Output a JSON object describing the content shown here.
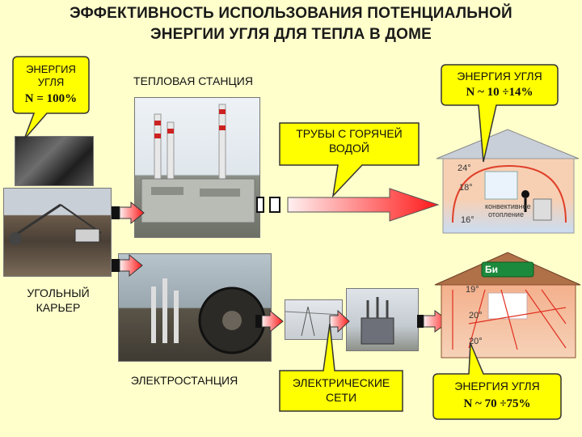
{
  "title": {
    "line1": "ЭФФЕКТИВНОСТЬ ИСПОЛЬЗОВАНИЯ ПОТЕНЦИАЛЬНОЙ",
    "line2": "ЭНЕРГИИ УГЛЯ ДЛЯ ТЕПЛА В ДОМЕ"
  },
  "coal_callout": {
    "label_line1": "ЭНЕРГИЯ",
    "label_line2": "УГЛЯ",
    "value": "N = 100%"
  },
  "thermal_station": {
    "label": "ТЕПЛОВАЯ СТАНЦИЯ"
  },
  "pipes_callout": {
    "line1": "ТРУБЫ С ГОРЯЧЕЙ",
    "line2": "ВОДОЙ"
  },
  "top_result": {
    "label": "ЭНЕРГИЯ УГЛЯ",
    "value": "N ~ 10 ÷14%"
  },
  "coal_mine": {
    "line1": "УГОЛЬНЫЙ",
    "line2": "КАРЬЕР"
  },
  "power_station": {
    "label": "ЭЛЕКТРОСТАНЦИЯ"
  },
  "grid_callout": {
    "line1": "ЭЛЕКТРИЧЕСКИЕ",
    "line2": "СЕТИ"
  },
  "bottom_result": {
    "label": "ЭНЕРГИЯ УГЛЯ",
    "value": "N ~ 70 ÷75%"
  },
  "house_top": {
    "temps": [
      "24°",
      "18°",
      "16°"
    ],
    "caption_line1": "конвективное",
    "caption_line2": "отопление"
  },
  "house_bottom": {
    "brand": "Би",
    "temps": [
      "19°",
      "20°",
      "20°"
    ]
  },
  "colors": {
    "background": "#ffffcc",
    "callout_fill": "#ffff00",
    "arrow_red": "#ff2020",
    "house_wall": "#f6c8a8",
    "roof": "#b0683a"
  }
}
